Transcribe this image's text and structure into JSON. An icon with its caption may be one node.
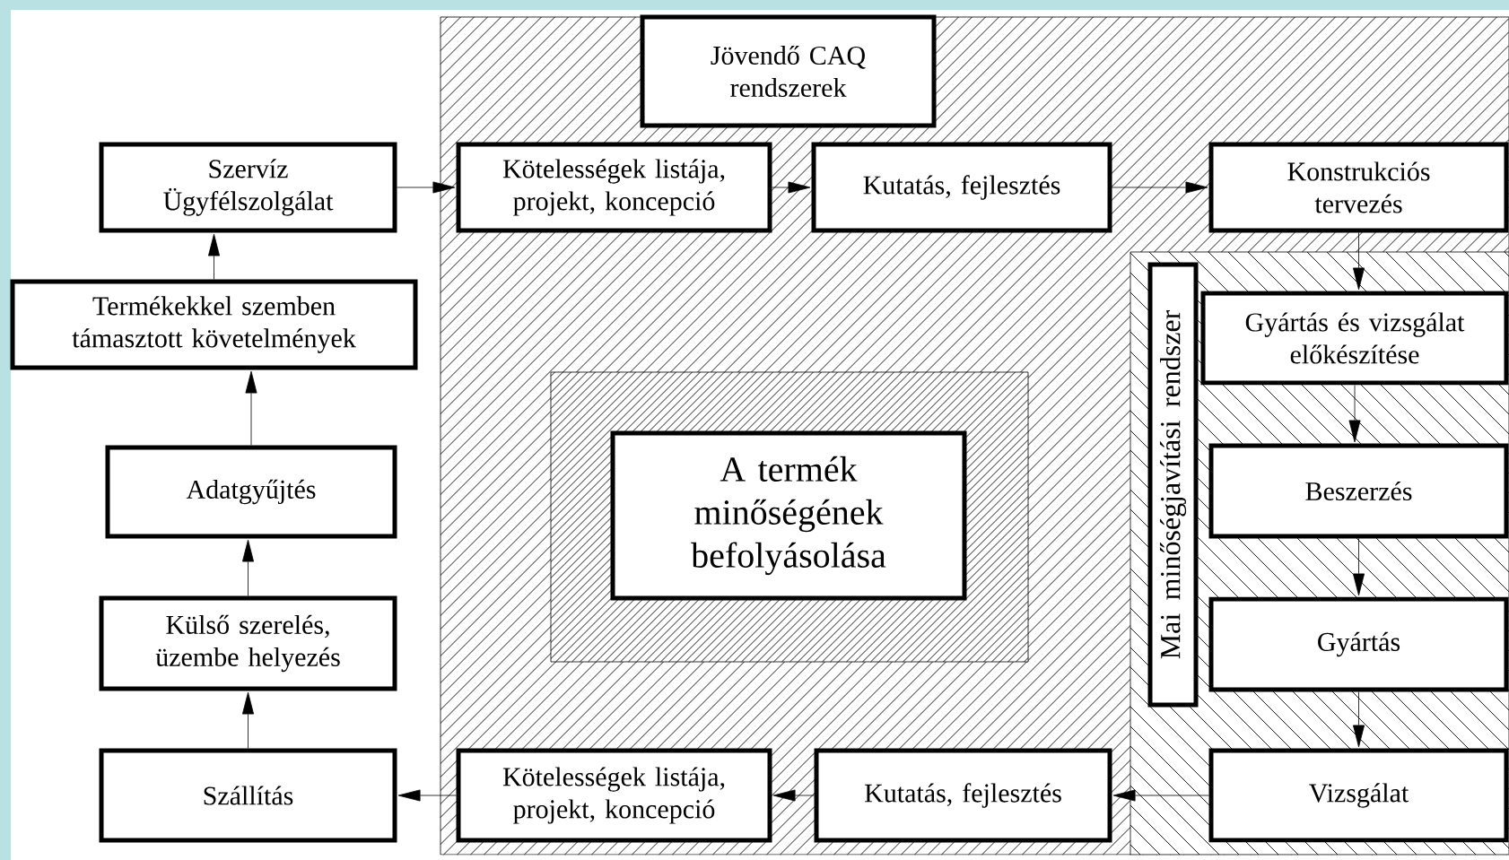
{
  "diagram": {
    "nodes": [
      {
        "text": [
          "Jövendő CAQ rendszerek"
        ]
      },
      {
        "text": [
          "Szervíz Ügyfélszolgálat"
        ]
      },
      {
        "text": [
          "Kötelességek listája, projekt, koncepció"
        ]
      },
      {
        "text": [
          "Kutatás, fejlesztés"
        ]
      },
      {
        "text": [
          "Konstrukciós tervezés"
        ]
      },
      {
        "text": [
          "Mai minőségjavítási rendszer"
        ]
      },
      {
        "text": [
          "Gyártás és vizsgálat előkészítése"
        ]
      },
      {
        "text": [
          "Beszerzés"
        ]
      },
      {
        "text": [
          "Gyártás"
        ]
      },
      {
        "text": [
          "Vizsgálat"
        ]
      },
      {
        "text": [
          "Kutatás, fejlesztés"
        ]
      },
      {
        "text": [
          "Kötelességek listája, projekt, koncepció"
        ]
      },
      {
        "text": [
          "Szállítás"
        ]
      },
      {
        "text": [
          "Külső szerelés, üzembe helyezés"
        ]
      },
      {
        "text": [
          "Adatgyűjtés"
        ]
      },
      {
        "text": [
          "Termékekkel szemben támasztott követelmények"
        ]
      },
      {
        "text": [
          "A termék minőségének befolyásolása"
        ]
      }
    ],
    "edges": [
      {
        "from": 1,
        "to": 2,
        "arrow": "to"
      },
      {
        "from": 2,
        "to": 3,
        "arrow": "to"
      },
      {
        "from": 3,
        "to": 4,
        "arrow": "to"
      },
      {
        "from": 4,
        "to": 6,
        "arrow": "to"
      },
      {
        "from": 6,
        "to": 7,
        "arrow": "to"
      },
      {
        "from": 7,
        "to": 8,
        "arrow": "to"
      },
      {
        "from": 8,
        "to": 9,
        "arrow": "to"
      },
      {
        "from": 9,
        "to": 10,
        "arrow": "to"
      },
      {
        "from": 10,
        "to": 11,
        "arrow": "to"
      },
      {
        "from": 11,
        "to": 12,
        "arrow": "to"
      },
      {
        "from": 12,
        "to": 13,
        "arrow": "to"
      },
      {
        "from": 13,
        "to": 14,
        "arrow": "to"
      },
      {
        "from": 14,
        "to": 15,
        "arrow": "to"
      },
      {
        "from": 15,
        "to": 1,
        "arrow": "to"
      }
    ]
  }
}
